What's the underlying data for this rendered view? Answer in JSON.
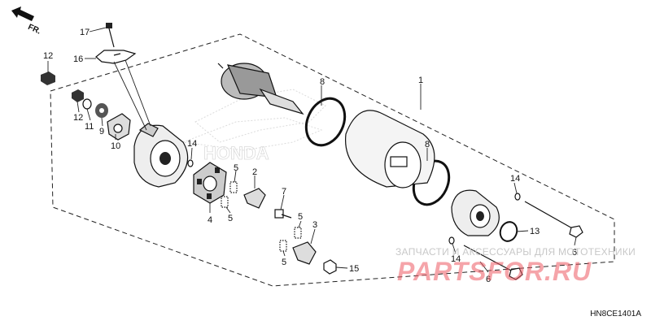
{
  "direction_label": "FR.",
  "brand_watermark": "HONDA",
  "diagram_code": "HN8CE1401A",
  "watermark": {
    "line1": "ЗАПЧАСТИ И АКСЕССУАРЫ ДЛЯ МОТОТЕХНИКИ",
    "logo": "PARTSFOR.RU"
  },
  "callouts": [
    {
      "id": "c1",
      "text": "1"
    },
    {
      "id": "c2",
      "text": "2"
    },
    {
      "id": "c3",
      "text": "3"
    },
    {
      "id": "c4",
      "text": "4"
    },
    {
      "id": "c5a",
      "text": "5"
    },
    {
      "id": "c5b",
      "text": "5"
    },
    {
      "id": "c5c",
      "text": "5"
    },
    {
      "id": "c5d",
      "text": "5"
    },
    {
      "id": "c6a",
      "text": "6"
    },
    {
      "id": "c6b",
      "text": "6"
    },
    {
      "id": "c7",
      "text": "7"
    },
    {
      "id": "c8a",
      "text": "8"
    },
    {
      "id": "c8b",
      "text": "8"
    },
    {
      "id": "c9",
      "text": "9"
    },
    {
      "id": "c10",
      "text": "10"
    },
    {
      "id": "c11",
      "text": "11"
    },
    {
      "id": "c12a",
      "text": "12"
    },
    {
      "id": "c12b",
      "text": "12"
    },
    {
      "id": "c13",
      "text": "13"
    },
    {
      "id": "c14a",
      "text": "14"
    },
    {
      "id": "c14b",
      "text": "14"
    },
    {
      "id": "c14c",
      "text": "14"
    },
    {
      "id": "c15",
      "text": "15"
    },
    {
      "id": "c16",
      "text": "16"
    },
    {
      "id": "c17",
      "text": "17"
    }
  ]
}
